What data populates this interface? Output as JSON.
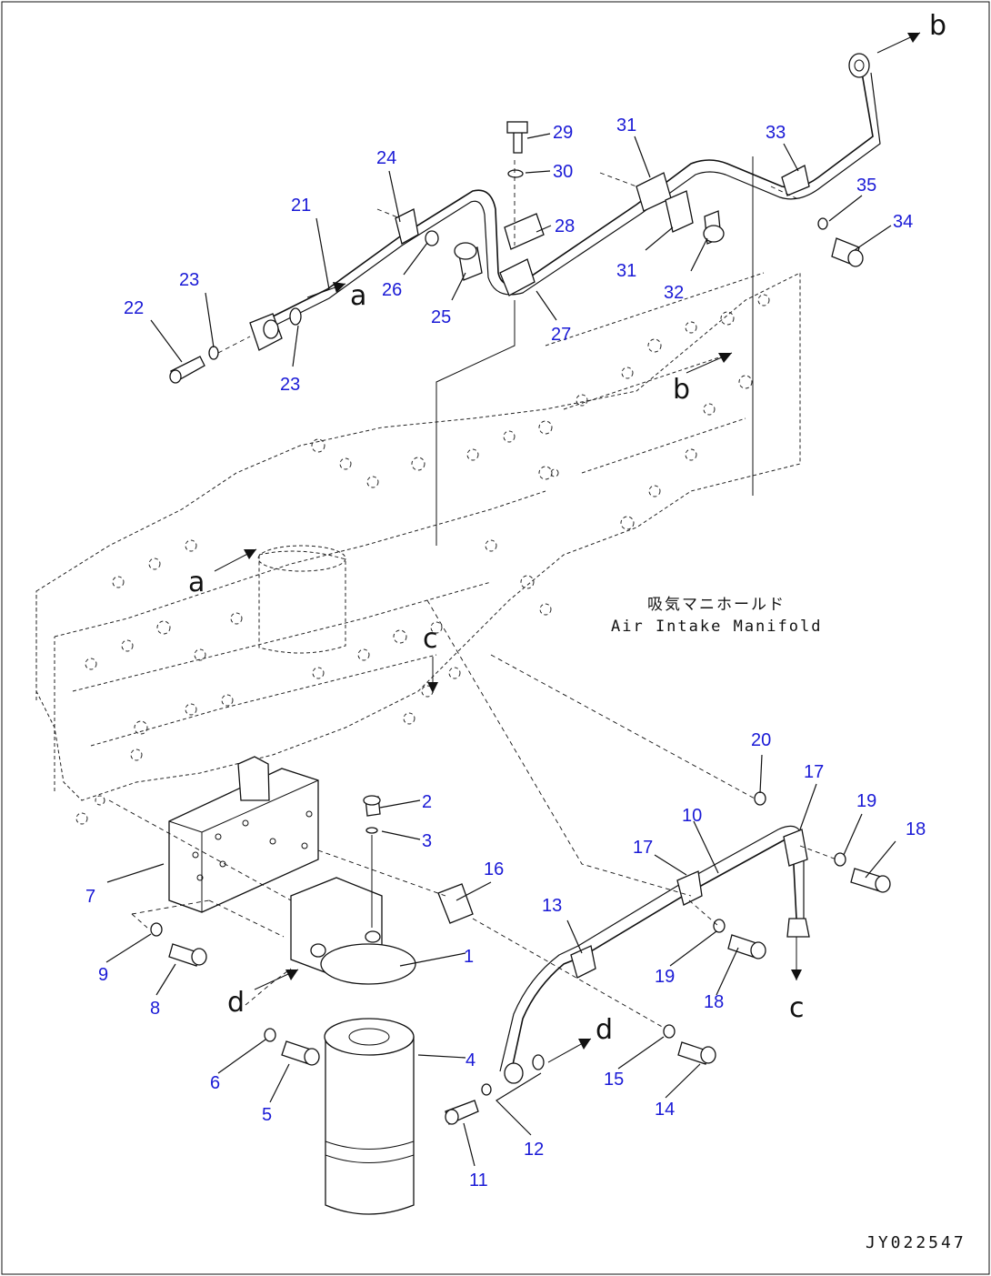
{
  "drawing_code": "JY022547",
  "manifold_label_jp": "吸気マニホールド",
  "manifold_label_en": "Air Intake Manifold",
  "connection_marks": [
    "a",
    "b",
    "c",
    "d"
  ],
  "part_numbers": [
    "1",
    "2",
    "3",
    "4",
    "5",
    "6",
    "7",
    "8",
    "9",
    "10",
    "11",
    "12",
    "13",
    "14",
    "15",
    "16",
    "17",
    "18",
    "19",
    "20",
    "21",
    "22",
    "23",
    "24",
    "25",
    "26",
    "27",
    "28",
    "29",
    "30",
    "31",
    "32",
    "33",
    "34",
    "35"
  ]
}
